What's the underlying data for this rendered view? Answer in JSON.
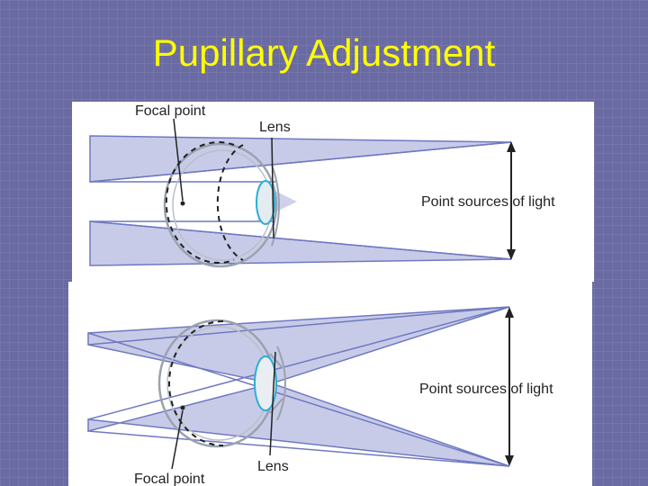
{
  "slide": {
    "title": "Pupillary Adjustment"
  },
  "colors": {
    "title": "#ffff00",
    "background": "#6b6ba3",
    "light_cone": "#c8cbe8",
    "light_ray": "#6f79c0",
    "lens_outline": "#2aaed6",
    "eye_outline": "#9aa2ae"
  },
  "diagram_top": {
    "focal_point_label": "Focal point",
    "lens_label": "Lens",
    "sources_label": "Point sources of light"
  },
  "diagram_bottom": {
    "focal_point_label": "Focal point",
    "lens_label": "Lens",
    "sources_label": "Point sources of light"
  }
}
